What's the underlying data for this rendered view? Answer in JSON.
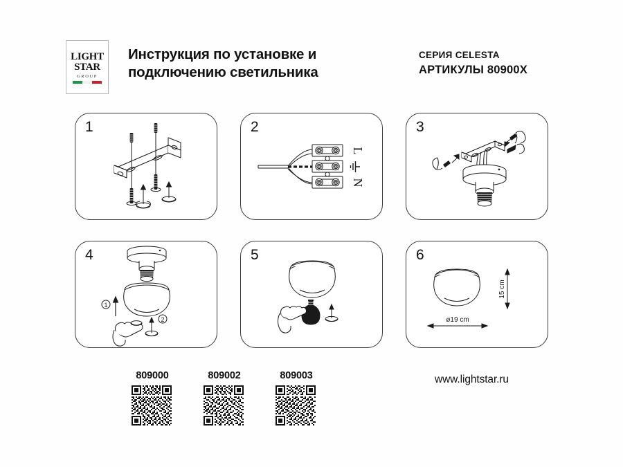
{
  "document": {
    "title_line1": "Инструкция по установке и",
    "title_line2": "подключению светильника",
    "series": "СЕРИЯ CELESTA",
    "articles": "АРТИКУЛЫ 80900X",
    "website": "www.lightstar.ru"
  },
  "logo": {
    "line1": "LIGHT",
    "line2": "STAR",
    "line3": "GROUP",
    "flag_colors": [
      "#1e9648",
      "#f2f2f2",
      "#cf2027"
    ]
  },
  "steps": [
    {
      "number": "1",
      "name": "mount-bracket"
    },
    {
      "number": "2",
      "name": "wire-terminal-block"
    },
    {
      "number": "3",
      "name": "attach-base-plate"
    },
    {
      "number": "4",
      "name": "fit-glass-shade"
    },
    {
      "number": "5",
      "name": "install-bulb"
    },
    {
      "number": "6",
      "name": "dimensions"
    }
  ],
  "step2_labels": {
    "live": "L",
    "neutral": "N",
    "earth": "earth-symbol"
  },
  "step4_callouts": {
    "one": "1",
    "two": "2"
  },
  "dimensions": {
    "diameter": "ø19 cm",
    "height": "15 cm"
  },
  "products": [
    {
      "code": "809000"
    },
    {
      "code": "809002"
    },
    {
      "code": "809003"
    }
  ],
  "colors": {
    "ink": "#1a1a1a",
    "outline": "#3a3a3a",
    "paper": "#ffffff"
  }
}
